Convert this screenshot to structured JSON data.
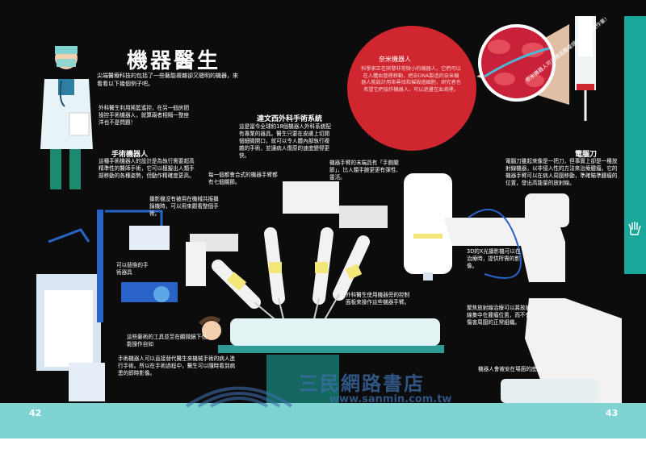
{
  "spread": {
    "title": "機器醫生",
    "intro": "尖端醫療科技的包括了一些藝能複雜卻又聰明的機器，來看看以下幾個例子吧。",
    "page_left": "42",
    "page_right": "43"
  },
  "surgeon_note": "外科醫生利用搖籃遙控，在另一個房間操控手術機器人，就算兩者相隔一整座洋也不是問題！",
  "surgical_robot": {
    "heading": "手術機器人",
    "body": "這種手術機器人的設計是為執行需要超高精準性的醫師手術，它可以模擬出人類手部移動的各種姿勢，但動作精確度更高。"
  },
  "da_vinci": {
    "heading": "達文西外科手術系統",
    "body": "這是當今全球約18個機器人外科系統配有專業的器具。醫生只要在皮膚上切開個細微開口，就可以令人體內部執行複雜的手術，並讓病人復原的速度變得更快。"
  },
  "nano": {
    "heading": "奈米機器人",
    "body": "科學家正在研發非常微小的機器人，它們可以在人體血管裡移動，把奈DNA製造的奈米機器人能設計用來尋找和摧毀癌細胞，研究者也希望它們協作機器人，可以遊盪在血液裡。"
  },
  "loop_caption": "奈米機器人可以構造腫瘤細胞上，開始作業！",
  "cyberknife": {
    "heading": "電腦刀",
    "body": "電腦刀雖起來像是一把刀，但事實上卻是一種放射線機器，以非侵入性的方法來治療腫瘤。它的機器手臂可以在病人周圍移動，準確瞄準腫瘤的位置，發出高能量的放射線。"
  },
  "labels": {
    "camera_arm": "攝影機沒有被用在機械共振攝錄機時，可以用來觀看整個手術。",
    "swappable_tools": "可以替換的手術器具",
    "tiny_tools": "這些藝術的工具並至在顯微鏡下也能操作自如",
    "replace_doctor": "手術機器人可以直接替代醫生來機械手術的病人進行手術。所以在手術過程中，醫生可以隨時看到病患的即時影像。",
    "arm_count": "每一個都會合式的機器手臂都有七個關節。",
    "end_tool": "機器手臂的末端具有「手腕關節」，比人類手腕更更有彈性、靈活。",
    "console": "外科醫生使用機器旁的控制面板來操作這些機器手臂。",
    "xray_3d": "3D的X光攝影機可以在治療時，提供所需的影像。",
    "beam_focus": "聚焦放射線治療可以將放射線集中在腫瘤位置，而不會傷害周圍的正常組織。",
    "patient_bed": "機器人會被安在場面的底座上"
  },
  "watermark": {
    "title": "三民網路書店",
    "url": "www.sanmin.com.tw"
  },
  "colors": {
    "background": "#0c0c0d",
    "teal": "#1aa79a",
    "robot_white": "#f2f2f2",
    "accent_yellow": "#f4e77a",
    "nano_red": "#d0262f",
    "machine_blue": "#2a63c7"
  },
  "icons": {
    "side_tab": "hand-xray-icon"
  }
}
